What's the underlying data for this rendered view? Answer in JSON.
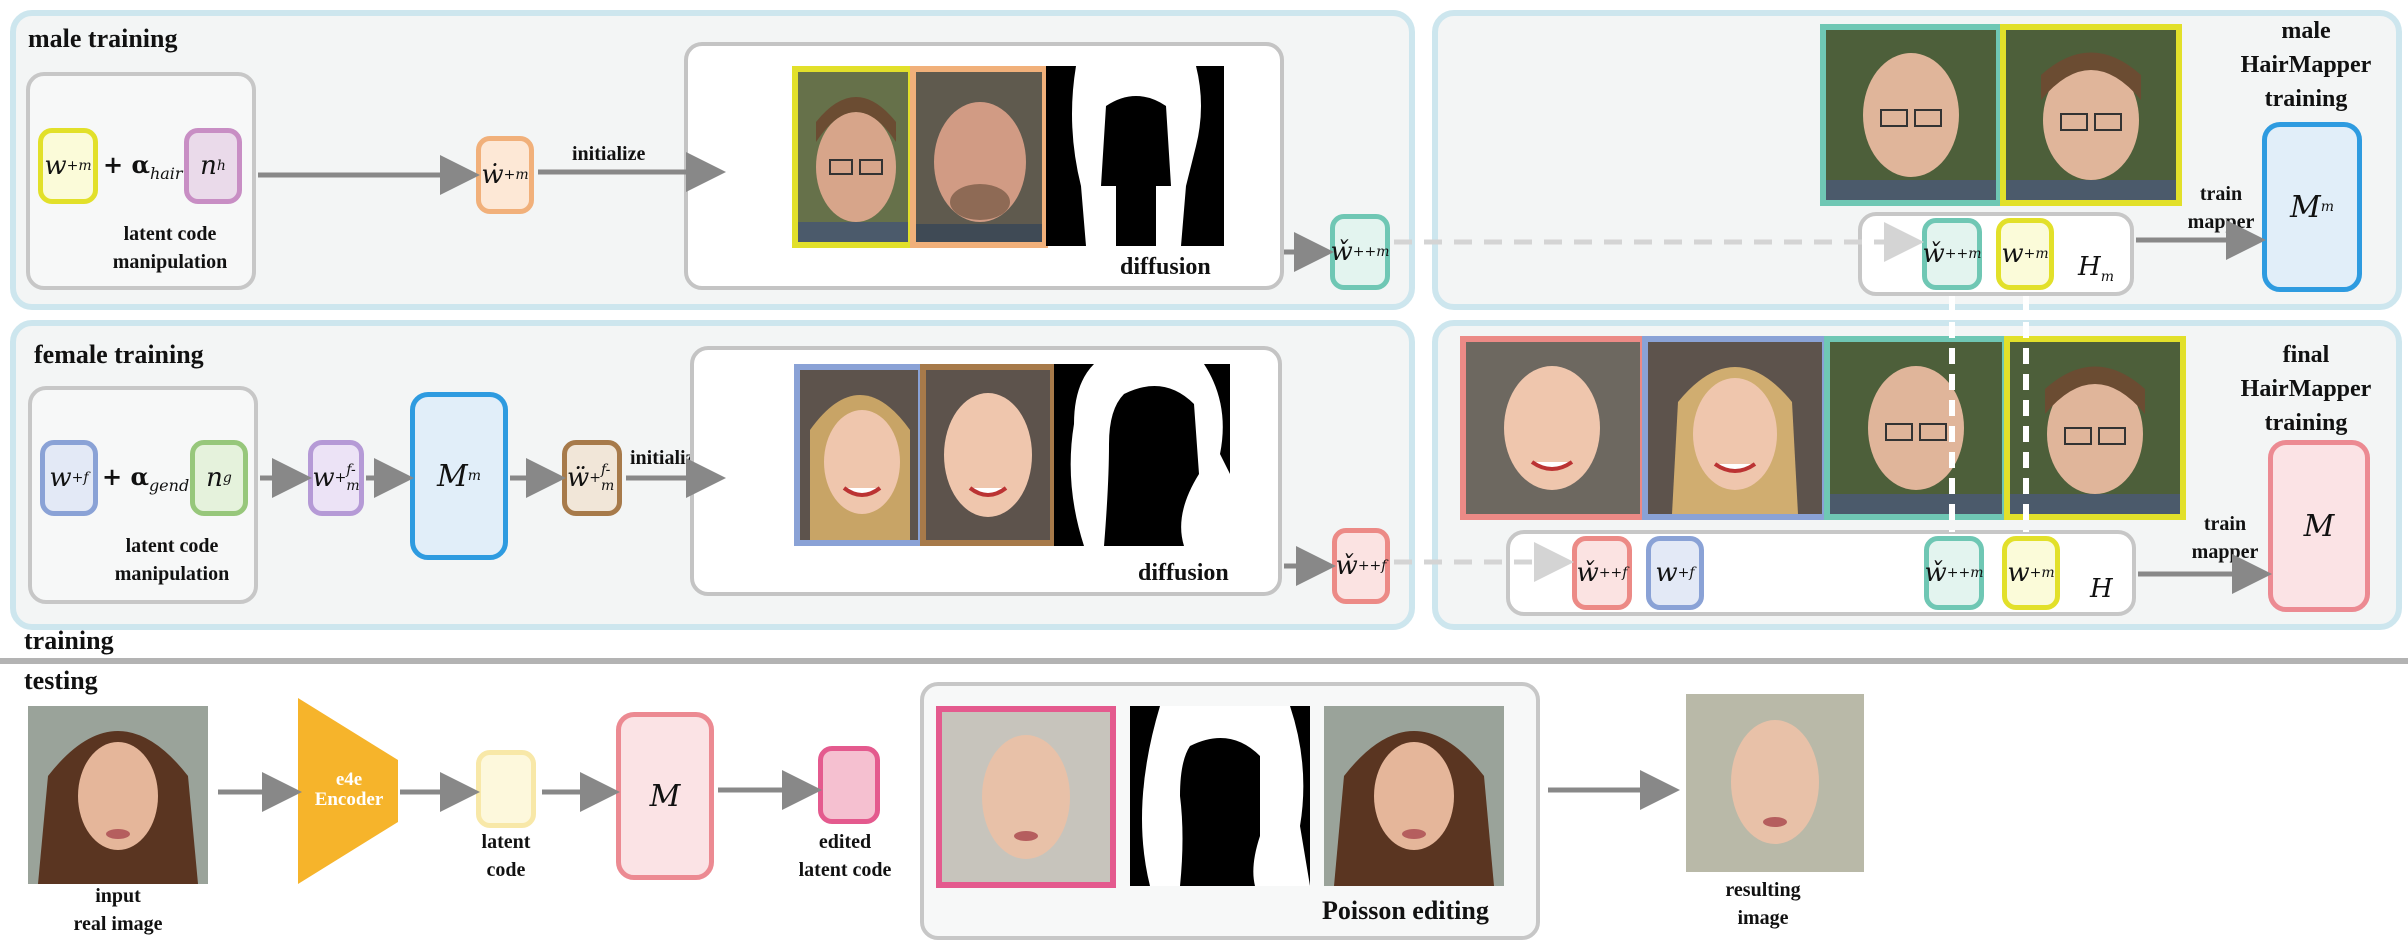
{
  "colors": {
    "panel_border": "#cde6ee",
    "yellow": "#e2e02a",
    "pink_purple": "#c88ec4",
    "orange": "#f1b07a",
    "teal": "#6fc7b4",
    "blue": "#8aa2d6",
    "green": "#97c77b",
    "lavender": "#b59ad6",
    "brown": "#a77a4a",
    "tan": "#c9a47f",
    "salmon": "#ec8a86",
    "mapper_blue": "#2e9be0",
    "mapper_pink": "#ec8a92",
    "encoder": "#f6b42b"
  },
  "male": {
    "title": "male training",
    "w_plus": "w",
    "w_plus_sub": "m",
    "alpha": "+ α",
    "alpha_sub": "hair",
    "n_label": "n",
    "n_sub": "h",
    "manip_line1": "latent code",
    "manip_line2": "manipulation",
    "w_dot": "ẇ",
    "w_dot_sub": "m",
    "initialize": "initialize",
    "w_check": "w̌",
    "w_check_sub": "m",
    "diffusion": "diffusion",
    "w_out": "w̌",
    "w_out_sub": "m",
    "w_out_sup": "++"
  },
  "male_mapper": {
    "title_line1": "male",
    "title_line2": "HairMapper",
    "title_line3": "training",
    "w_check": "w̌",
    "w_check_sub": "m",
    "w_check_sup": "++",
    "w_plus": "w",
    "w_plus_sub": "m",
    "H": "H",
    "H_sub": "m",
    "train1": "train",
    "train2": "mapper",
    "M": "M",
    "M_sub": "m"
  },
  "female": {
    "title": "female training",
    "w_plus": "w",
    "w_plus_sub": "f",
    "alpha": "+ α",
    "alpha_sub": "gender",
    "n_label": "n",
    "n_sub": "g",
    "manip_line1": "latent code",
    "manip_line2": "manipulation",
    "w_fm": "w",
    "w_fm_sub": "f-m",
    "M": "M",
    "M_sub": "m",
    "w_ddot": "ẅ",
    "w_ddot_sub": "f-m",
    "initialize": "initialize",
    "w_check": "w̌",
    "w_check_sub": "f-m",
    "diffusion": "diffusion",
    "w_out": "w̌",
    "w_out_sub": "f",
    "w_out_sup": "++"
  },
  "final_mapper": {
    "title_line1": "final",
    "title_line2": "HairMapper",
    "title_line3": "training",
    "w_f_check": "w̌",
    "w_f_check_sub": "f",
    "w_f_check_sup": "++",
    "w_f": "w",
    "w_f_sub": "f",
    "w_m_check": "w̌",
    "w_m_check_sub": "m",
    "w_m_check_sup": "++",
    "w_m": "w",
    "w_m_sub": "m",
    "H": "H",
    "train1": "train",
    "train2": "mapper",
    "M": "M"
  },
  "divider": {
    "training": "training",
    "testing": "testing"
  },
  "testing": {
    "input1": "input",
    "input2": "real image",
    "encoder1": "e4e",
    "encoder2": "Encoder",
    "latent1": "latent",
    "latent2": "code",
    "M": "M",
    "edited1": "edited",
    "edited2": "latent code",
    "poisson": "Poisson editing",
    "result1": "resulting",
    "result2": "image"
  }
}
